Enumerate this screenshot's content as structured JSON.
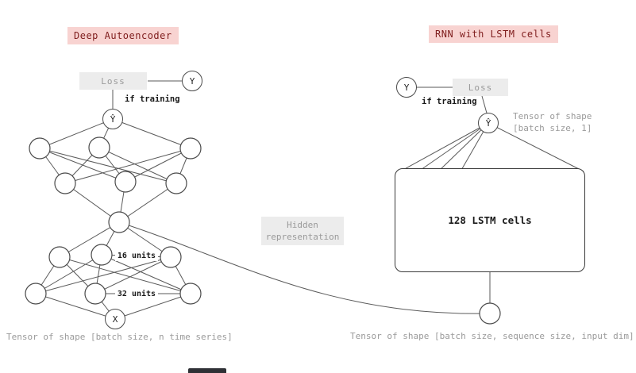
{
  "colors": {
    "highlight_pink": "#f8d3d1",
    "title_text": "#7f1d1d",
    "muted_gray": "#9a9a9a",
    "line_color": "#5a5a5a"
  },
  "autoencoder": {
    "title": "Deep Autoencoder",
    "loss_label": "Loss",
    "if_training_label": "if training",
    "y_letter": "Y",
    "yhat_letter": "Ŷ",
    "x_letter": "X",
    "units16_label": "16 units",
    "units32_label": "32 units",
    "tensor_label": "Tensor of shape [batch size, n time series]"
  },
  "hidden_representation": {
    "line1": "Hidden",
    "line2": "representation"
  },
  "rnn": {
    "title": "RNN with LSTM cells",
    "loss_label": "Loss",
    "if_training_label": "if training",
    "y_letter": "Y",
    "yhat_letter": "Ŷ",
    "tensor_top_line1": "Tensor of shape",
    "tensor_top_line2": "[batch size, 1]",
    "lstm_label": "128 LSTM cells",
    "tensor_bottom_label": "Tensor of shape [batch size, sequence size, input dim]"
  }
}
